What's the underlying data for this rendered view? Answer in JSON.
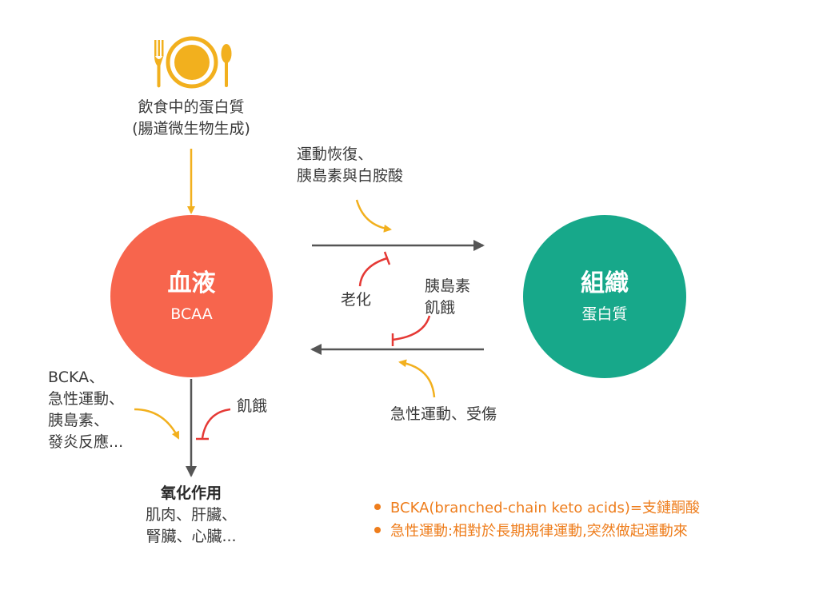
{
  "colors": {
    "blood_circle": "#f7654d",
    "tissue_circle": "#17a88a",
    "orange_arrow": "#f2b01e",
    "inhibit_red": "#e53935",
    "gray_arrow": "#555555",
    "note_orange": "#ee7d1c",
    "meal_icon": "#f2b01e"
  },
  "icon": "plate-fork-spoon-icon",
  "diet": {
    "line1": "飲食中的蛋白質",
    "line2": "(腸道微生物生成)"
  },
  "blood": {
    "title": "血液",
    "subtitle": "BCAA"
  },
  "tissue": {
    "title": "組織",
    "subtitle": "蛋白質"
  },
  "synthesis_promoters": {
    "line1": "運動恢復、",
    "line2": "胰島素與白胺酸"
  },
  "synthesis_inhibitor": "老化",
  "breakdown_inhibitors": {
    "line1": "胰島素",
    "line2": "飢餓"
  },
  "breakdown_promoters": "急性運動、受傷",
  "oxidation_promoters": {
    "line1": "BCKA、",
    "line2": "急性運動、",
    "line3": "胰島素、",
    "line4": "發炎反應..."
  },
  "oxidation_inhibitor": "飢餓",
  "oxidation": {
    "title": "氧化作用",
    "line1": "肌肉、肝臟、",
    "line2": "腎臟、心臟..."
  },
  "notes": [
    "BCKA(branched-chain keto acids)=支鏈酮酸",
    "急性運動:相對於長期規律運動,突然做起運動來"
  ]
}
